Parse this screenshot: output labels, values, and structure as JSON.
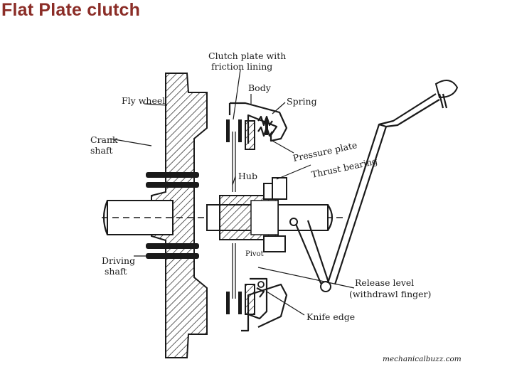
{
  "title": "Flat Plate clutch",
  "colors": {
    "title": "#8b2d27",
    "ink": "#1a1a1a",
    "background": "#ffffff"
  },
  "labels": {
    "clutch_plate_line1": "Clutch plate with",
    "clutch_plate_line2": "friction lining",
    "body": "Body",
    "spring": "Spring",
    "fly_wheel": "Fly wheel",
    "crank_line1": "Crank",
    "crank_line2": "shaft",
    "pressure_plate": "Pressure plate",
    "thrust_bearing": "Thrust bearing",
    "hub": "Hub",
    "pivot": "Pivot",
    "driving_line1": "Driving",
    "driving_line2": "shaft",
    "release_line1": "Release level",
    "release_line2": "(withdrawl finger)",
    "knife_edge": "Knife edge"
  },
  "watermark": "mechanicalbuzz.com"
}
